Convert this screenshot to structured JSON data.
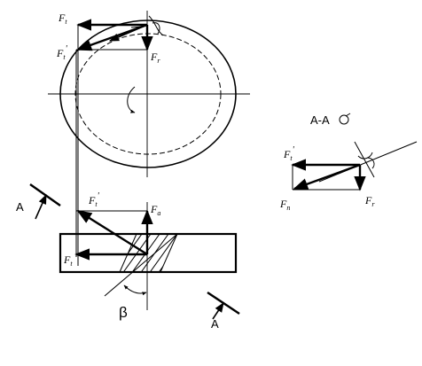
{
  "labels": {
    "ft": "F",
    "ft_sub": "t",
    "ft_prime_sub": "t",
    "prime": "'",
    "fr": "F",
    "fr_sub": "r",
    "fa": "F",
    "fa_sub": "a",
    "fn": "F",
    "fn_sub": "n",
    "section_left": "A",
    "section_right": "A",
    "section_title": "A-A",
    "beta": "β"
  }
}
